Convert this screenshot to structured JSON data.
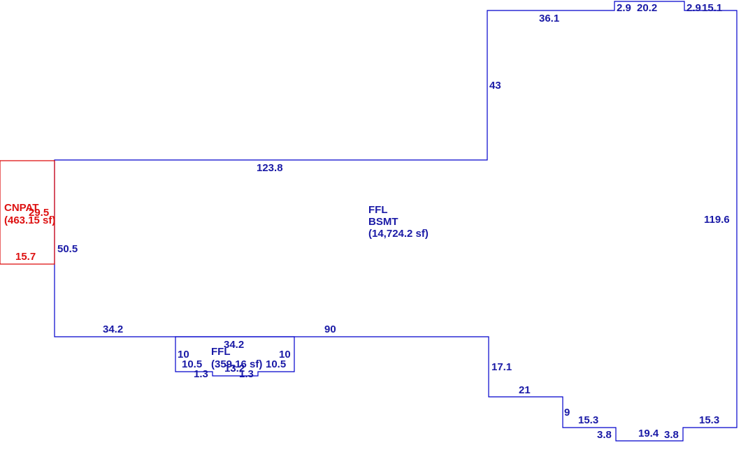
{
  "colors": {
    "main_outline": "#0000cc",
    "main_text": "#1a1aa6",
    "annex_outline": "#dd0000",
    "annex_text": "#dd1111",
    "background": "#ffffff"
  },
  "areas": {
    "main": {
      "line1": "FFL",
      "line2": "BSMT",
      "line3": "(14,724.2 sf)"
    },
    "small": {
      "line1": "FFL",
      "line2": "(359.16 sf)"
    },
    "annex": {
      "line1": "CNPAT",
      "line2": "(463.15 sf)"
    }
  },
  "dimensions": {
    "main_top_right": "36.1",
    "main_notch_left": "2.9",
    "main_notch_top": "20.2",
    "main_notch_right": "2.9",
    "main_top_far_right": "15.1",
    "main_upper_left_vertical": "43",
    "main_top_left": "123.8",
    "main_right_side": "119.6",
    "main_left_side": "50.5",
    "main_bottom_left": "34.2",
    "main_bottom_middle": "90",
    "main_step_vertical_1": "17.1",
    "main_step_horizontal_1": "21",
    "main_step_vertical_2": "9",
    "main_step_horizontal_2": "15.3",
    "main_bottom_notch_left": "3.8",
    "main_bottom_notch": "19.4",
    "main_bottom_notch_right": "3.8",
    "main_bottom_right": "15.3",
    "small_top": "34.2",
    "small_left": "10",
    "small_right": "10",
    "small_inner_left": "10.5",
    "small_inner_right": "10.5",
    "small_bottom_center": "13.2",
    "small_step_left": "1.3",
    "small_step_right": "1.3",
    "annex_right": "29.5",
    "annex_bottom": "15.7"
  }
}
